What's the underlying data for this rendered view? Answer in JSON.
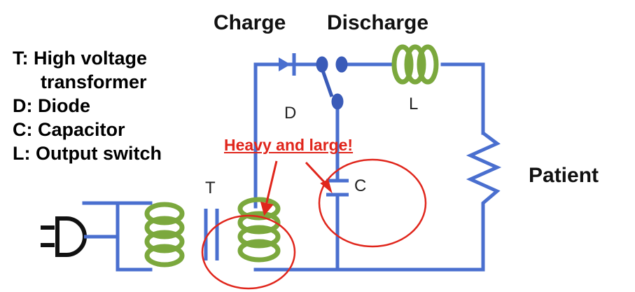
{
  "legend": [
    {
      "key": "T",
      "text": "T: High voltage"
    },
    {
      "key": "T2",
      "text": "transformer"
    },
    {
      "key": "D",
      "text": "D: Diode"
    },
    {
      "key": "C",
      "text": "C: Capacitor"
    },
    {
      "key": "L",
      "text": "L: Output switch"
    }
  ],
  "headings": {
    "charge": "Charge",
    "discharge": "Discharge"
  },
  "components": {
    "D": "D",
    "L": "L",
    "T": "T",
    "C": "C"
  },
  "patient": "Patient",
  "callout": "Heavy and large!",
  "colors": {
    "wire": "#4a6fcf",
    "coil": "#7ba83d",
    "switch": "#3a5bb8",
    "callout": "#e0261c",
    "text": "#111111"
  },
  "icons": [
    "power-plug-icon",
    "transformer-coil-icon",
    "diode-icon",
    "switch-icon",
    "inductor-coil-icon",
    "resistor-icon",
    "capacitor-icon"
  ]
}
